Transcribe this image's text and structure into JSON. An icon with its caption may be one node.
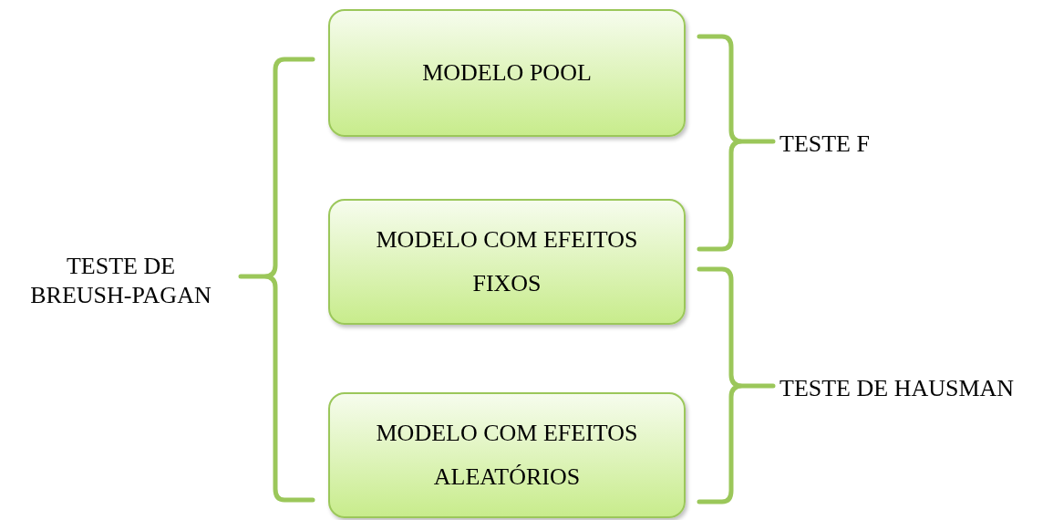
{
  "diagram": {
    "nodes": [
      {
        "text": [
          "MODELO POOL"
        ]
      },
      {
        "text": [
          "MODELO COM EFEITOS FIXOS"
        ]
      },
      {
        "text": [
          "MODELO COM EFEITOS ALEATÓRIOS"
        ]
      }
    ],
    "edges": [],
    "labels": [
      "TESTE DE BREUSH-PAGAN",
      "TESTE F",
      "TESTE DE HAUSMAN"
    ]
  }
}
